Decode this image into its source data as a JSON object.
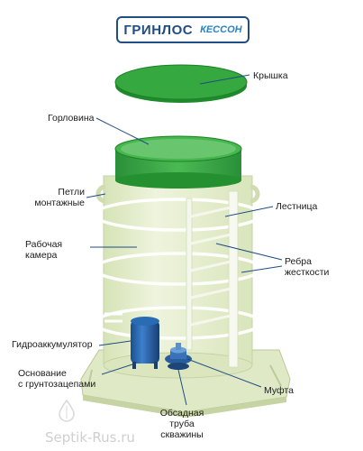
{
  "brand": {
    "name": "ГРИНЛОС",
    "product": "КЕССОН"
  },
  "labels": {
    "lid": "Крышка",
    "neck": "Горловина",
    "mount_loops": [
      "Петли",
      "монтажные"
    ],
    "ladder": "Лестница",
    "work_chamber": [
      "Рабочая",
      "камера"
    ],
    "ribs": [
      "Ребра",
      "жесткости"
    ],
    "accumulator": "Гидроаккумулятор",
    "base": [
      "Основание",
      "с грунтозацепами"
    ],
    "coupling": "Муфта",
    "casing": [
      "Обсадная",
      "труба",
      "скважины"
    ]
  },
  "watermark": "Septik-Rus.ru",
  "colors": {
    "brand_dark": "#1f4d84",
    "brand_light": "#2a84c4",
    "lid_green": "#2ea43a",
    "body_tint": "#e7f0d2",
    "accumulator_blue": "#1f5fa6"
  }
}
